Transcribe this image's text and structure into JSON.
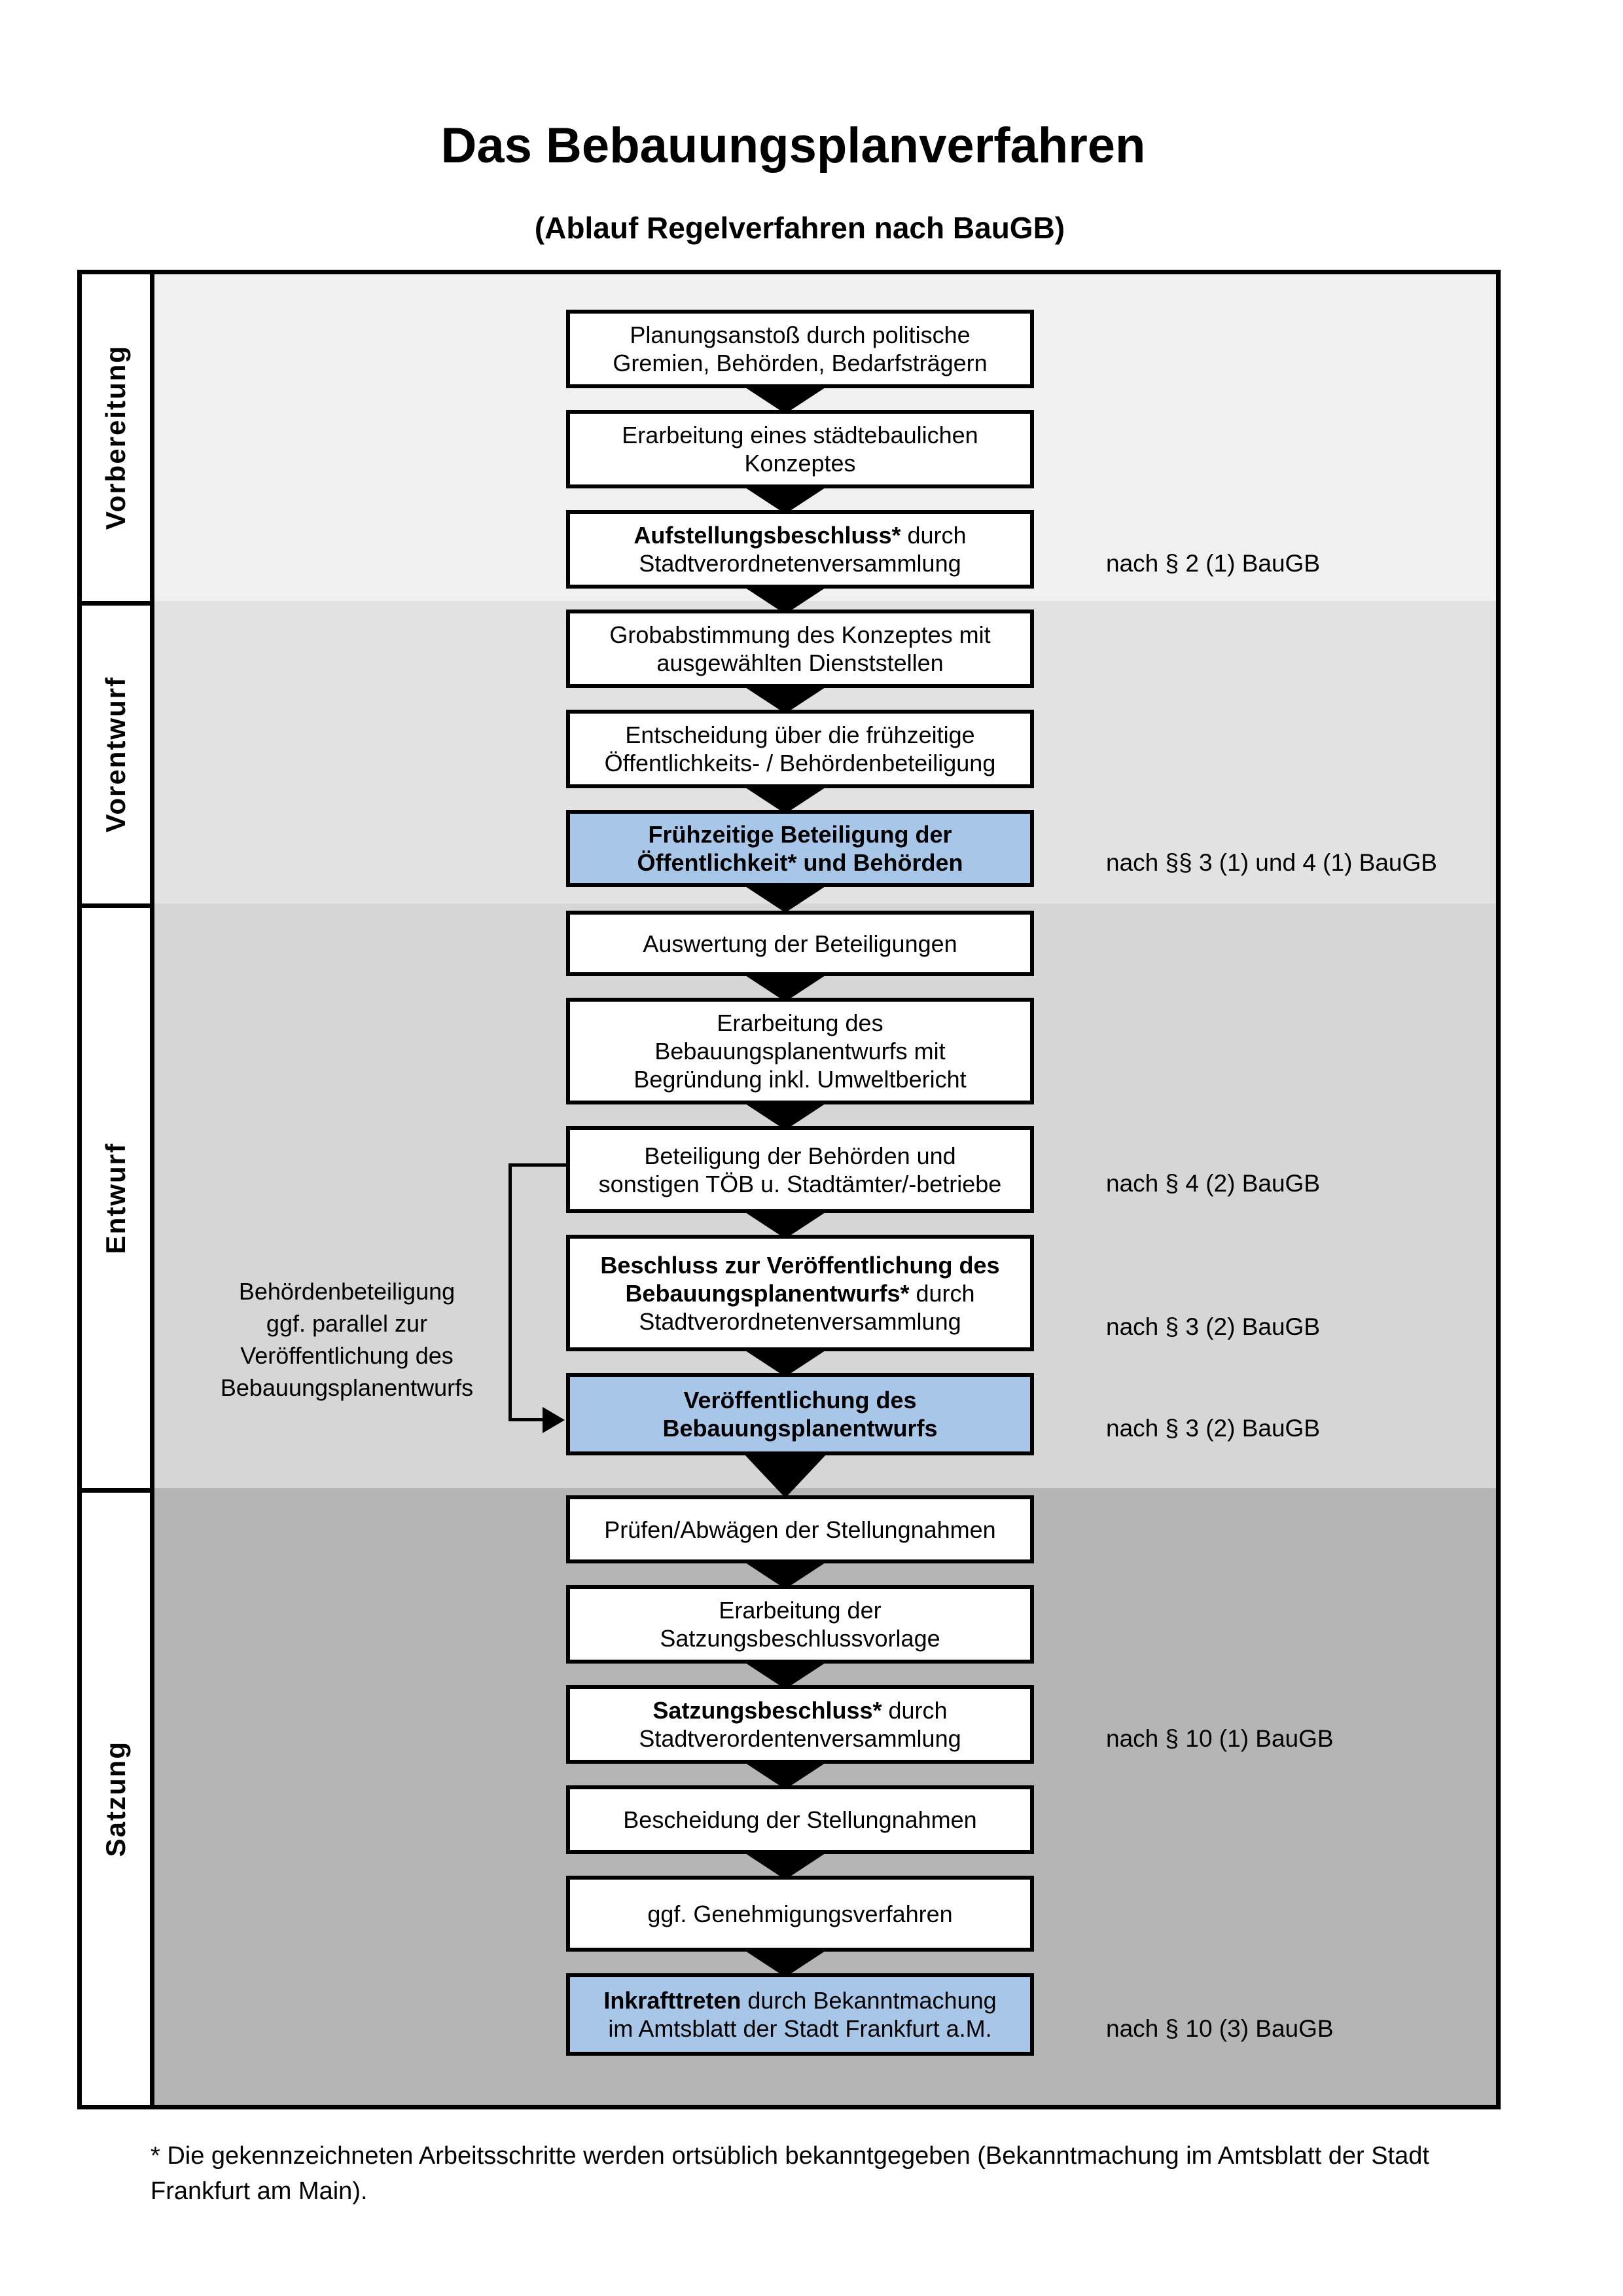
{
  "title": "Das Bebauungsplanverfahren",
  "subtitle": "(Ablauf Regelverfahren nach BauGB)",
  "phases": [
    {
      "label": "Vorbereitung"
    },
    {
      "label": "Vorentwurf"
    },
    {
      "label": "Entwurf"
    },
    {
      "label": "Satzung"
    }
  ],
  "steps": [
    {
      "lines": [
        {
          "r": "Planungsanstoß durch politische"
        },
        {
          "r": "Gremien, Behörden, Bedarfsträgern"
        }
      ]
    },
    {
      "lines": [
        {
          "r": "Erarbeitung eines städtebaulichen"
        },
        {
          "r": "Konzeptes"
        }
      ]
    },
    {
      "lines": [
        {
          "b": "Aufstellungsbeschluss*",
          "r": " durch"
        },
        {
          "r": "Stadtverordnetenversammlung"
        }
      ],
      "annotation": "nach § 2 (1) BauGB"
    },
    {
      "lines": [
        {
          "r": "Grobabstimmung des Konzeptes mit"
        },
        {
          "r": "ausgewählten Dienststellen"
        }
      ]
    },
    {
      "lines": [
        {
          "r": "Entscheidung über die frühzeitige"
        },
        {
          "r": "Öffentlichkeits- / Behördenbeteiligung"
        }
      ]
    },
    {
      "highlighted": true,
      "lines": [
        {
          "b": "Frühzeitige Beteiligung der"
        },
        {
          "b": "Öffentlichkeit* und Behörden"
        }
      ],
      "annotation": "nach §§ 3 (1) und 4 (1) BauGB"
    },
    {
      "lines": [
        {
          "r": "Auswertung der Beteiligungen"
        }
      ]
    },
    {
      "lines": [
        {
          "r": "Erarbeitung des"
        },
        {
          "r": "Bebauungsplanentwurfs mit"
        },
        {
          "r": "Begründung inkl. Umweltbericht"
        }
      ]
    },
    {
      "lines": [
        {
          "r": "Beteiligung der Behörden und"
        },
        {
          "r": "sonstigen TÖB u. Stadtämter/-betriebe"
        }
      ],
      "annotation": "nach § 4 (2) BauGB"
    },
    {
      "lines": [
        {
          "b": "Beschluss zur Veröffentlichung des"
        },
        {
          "b": "Bebauungsplanentwurfs*",
          "r": " durch"
        },
        {
          "r": "Stadtverordnetenversammlung"
        }
      ],
      "annotation": "nach § 3 (2) BauGB"
    },
    {
      "highlighted": true,
      "lines": [
        {
          "b": "Veröffentlichung des"
        },
        {
          "b": "Bebauungsplanentwurfs"
        }
      ],
      "annotation": "nach § 3 (2) BauGB"
    },
    {
      "lines": [
        {
          "r": "Prüfen/Abwägen der Stellungnahmen"
        }
      ]
    },
    {
      "lines": [
        {
          "r": "Erarbeitung der"
        },
        {
          "r": "Satzungsbeschlussvorlage"
        }
      ]
    },
    {
      "lines": [
        {
          "b": "Satzungsbeschluss*",
          "r": " durch"
        },
        {
          "r": "Stadtverordentenversammlung"
        }
      ],
      "annotation": "nach § 10 (1) BauGB"
    },
    {
      "lines": [
        {
          "r": "Bescheidung der Stellungnahmen"
        }
      ]
    },
    {
      "lines": [
        {
          "r": "ggf. Genehmigungsverfahren"
        }
      ]
    },
    {
      "highlighted": true,
      "lines": [
        {
          "b": "Inkrafttreten",
          "r": " durch Bekanntmachung"
        },
        {
          "r": "im Amtsblatt der Stadt Frankfurt a.M."
        }
      ],
      "annotation": "nach § 10 (3) BauGB"
    }
  ],
  "side_note": {
    "lines": [
      "Behördenbeteiligung",
      "ggf. parallel zur",
      "Veröffentlichung des",
      "Bebauungsplanentwurfs"
    ]
  },
  "footnote": {
    "line1": "* Die gekennzeichneten Arbeitsschritte werden ortsüblich bekanntgegeben (Bekanntmachung im Amtsblatt  der Stadt",
    "line2": "Frankfurt am Main)."
  },
  "colors": {
    "highlight_blue": "#a8c6e8",
    "phase_backgrounds": [
      "#f0f0f0",
      "#e2e2e2",
      "#d6d6d6",
      "#b5b5b5"
    ],
    "border": "#000000"
  }
}
